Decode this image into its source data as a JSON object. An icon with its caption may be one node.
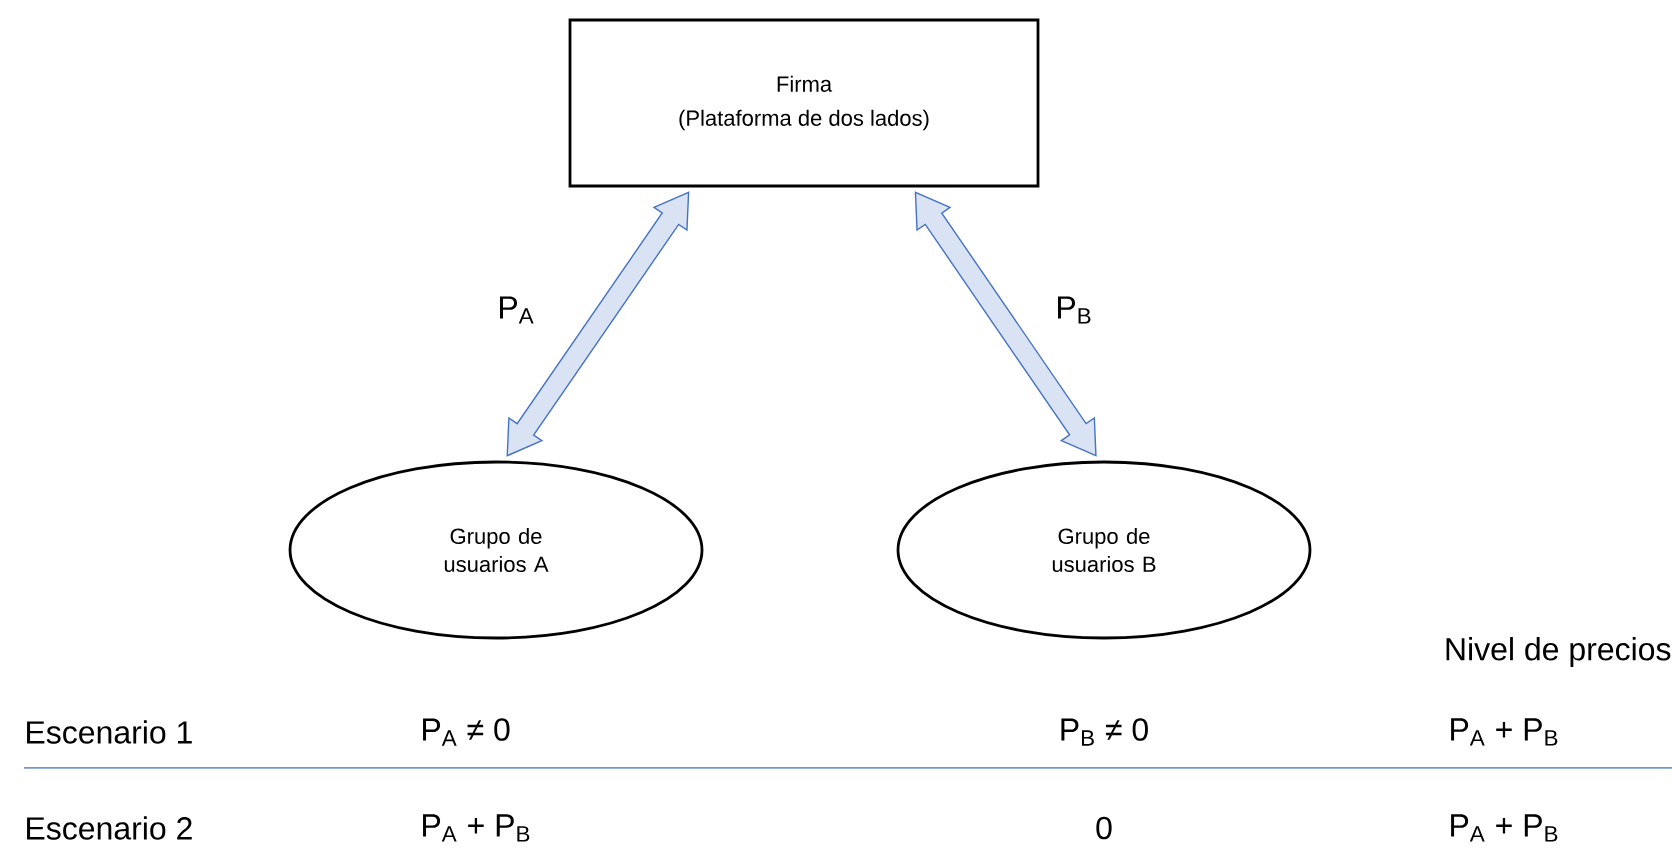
{
  "diagram": {
    "nodes": [
      {
        "text": [
          "Firma",
          "(Plataforma de dos lados)"
        ]
      },
      {
        "text": [
          "Grupo de usuarios A"
        ]
      },
      {
        "text": [
          "Grupo de usuarios B"
        ]
      }
    ],
    "edges": [
      {
        "from": 1,
        "to": 0,
        "arrow": "both",
        "label": "P$_{A}$"
      },
      {
        "from": 2,
        "to": 0,
        "arrow": "both",
        "label": "P$_{B}$"
      }
    ],
    "labels": [
      "Nivel de precios",
      "Escenario 1",
      "P$_{A}$ ≠ 0",
      "P$_{B}$ ≠ 0",
      "P$_{A}$ + P$_{B}$",
      "Escenario 2",
      "P$_{A}$ + P$_{B}$",
      "0",
      "P$_{A}$ + P$_{B}$"
    ]
  }
}
